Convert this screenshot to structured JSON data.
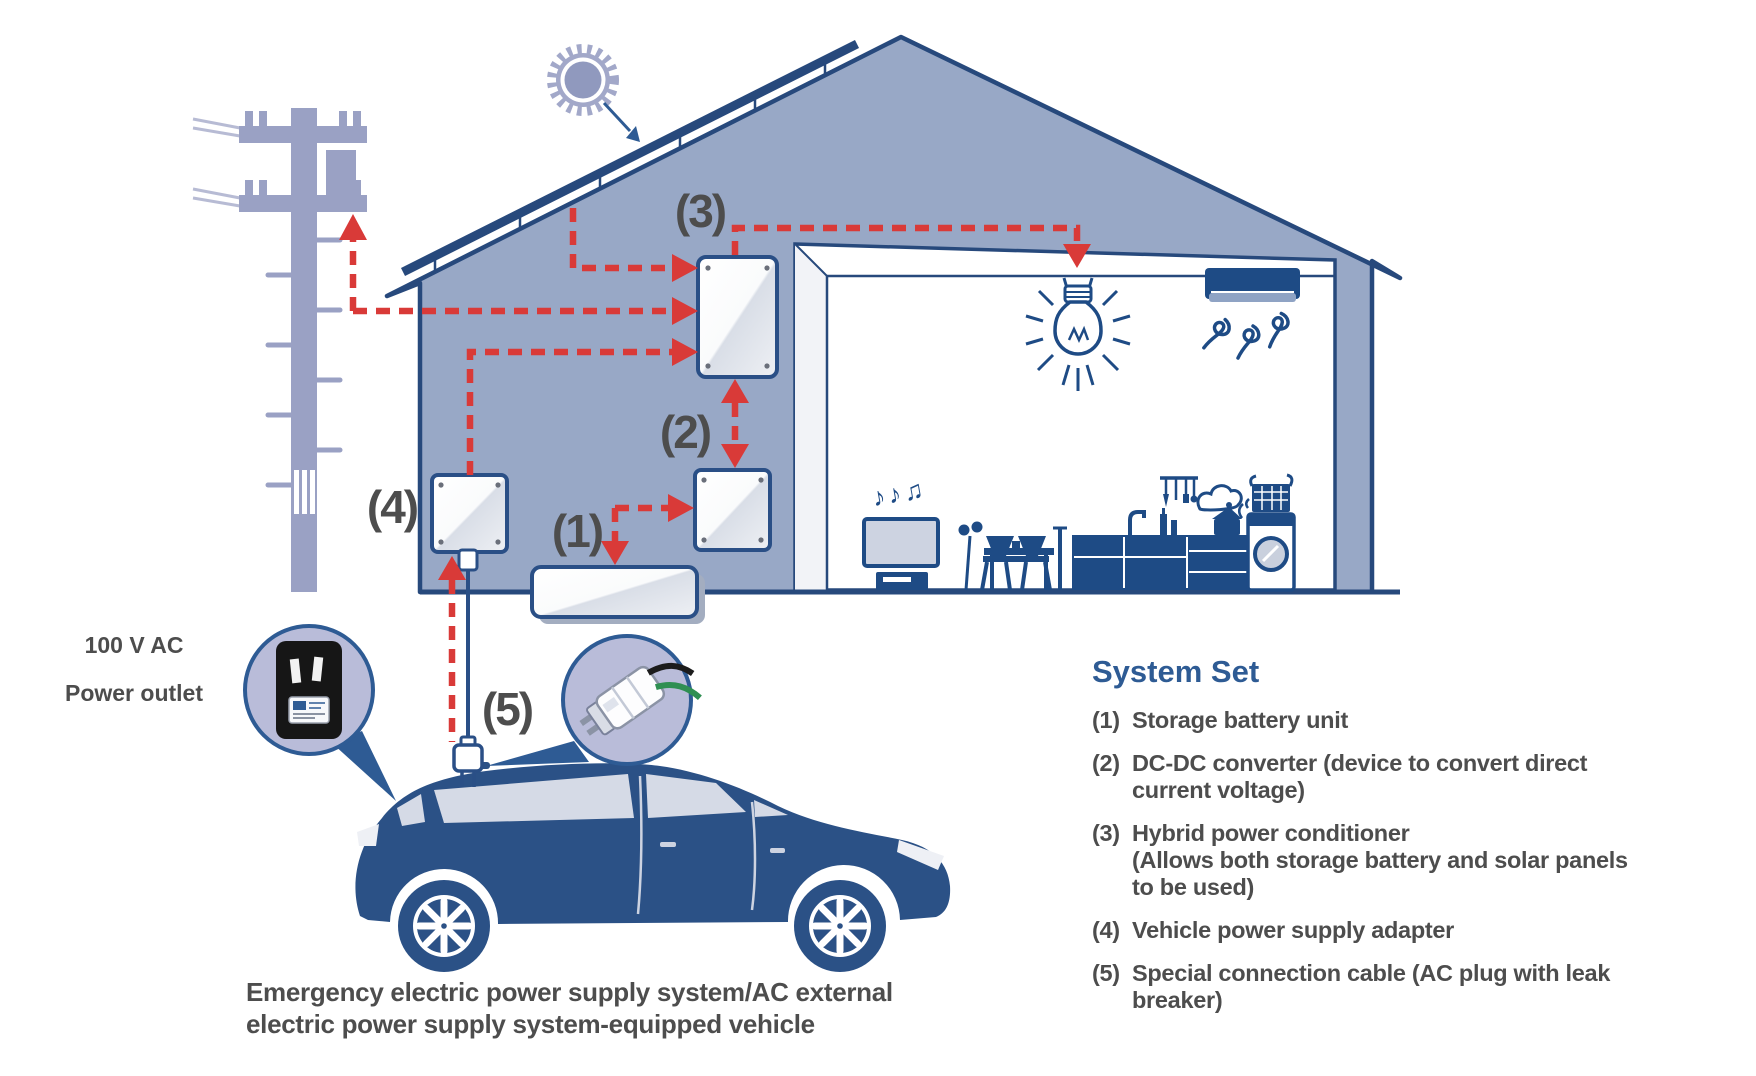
{
  "colors": {
    "wall_blue": "#98a8c6",
    "outline_navy": "#27497c",
    "furniture_navy": "#1e4b85",
    "car_navy": "#2b5186",
    "arrow_red": "#d93a38",
    "pole_purple": "#9aa1c4",
    "callout_fill": "#b9bcd9",
    "callout_stroke": "#2e5b94",
    "text_gray": "#4d4d4d",
    "title_blue": "#2e5b94",
    "window_gray": "#d5dae6"
  },
  "labels": {
    "unit1": "(1)",
    "unit2": "(2)",
    "unit3": "(3)",
    "unit4": "(4)",
    "unit5": "(5)"
  },
  "outlet_callout": {
    "line1": "100 V AC",
    "line2": "Power outlet"
  },
  "interior": {
    "music_notes": "♪♪♫"
  },
  "caption": {
    "line1": "Emergency electric power supply system/AC external",
    "line2": "electric power supply system-equipped vehicle"
  },
  "system_set": {
    "title": "System Set",
    "items": [
      {
        "num": "(1)",
        "lines": [
          "Storage battery unit"
        ]
      },
      {
        "num": "(2)",
        "lines": [
          "DC-DC converter (device to convert direct",
          "current voltage)"
        ]
      },
      {
        "num": "(3)",
        "lines": [
          "Hybrid power conditioner",
          "(Allows both storage battery and solar panels",
          "to be used)"
        ]
      },
      {
        "num": "(4)",
        "lines": [
          "Vehicle power supply adapter"
        ]
      },
      {
        "num": "(5)",
        "lines": [
          "Special connection cable (AC plug with leak",
          "breaker)"
        ]
      }
    ]
  }
}
